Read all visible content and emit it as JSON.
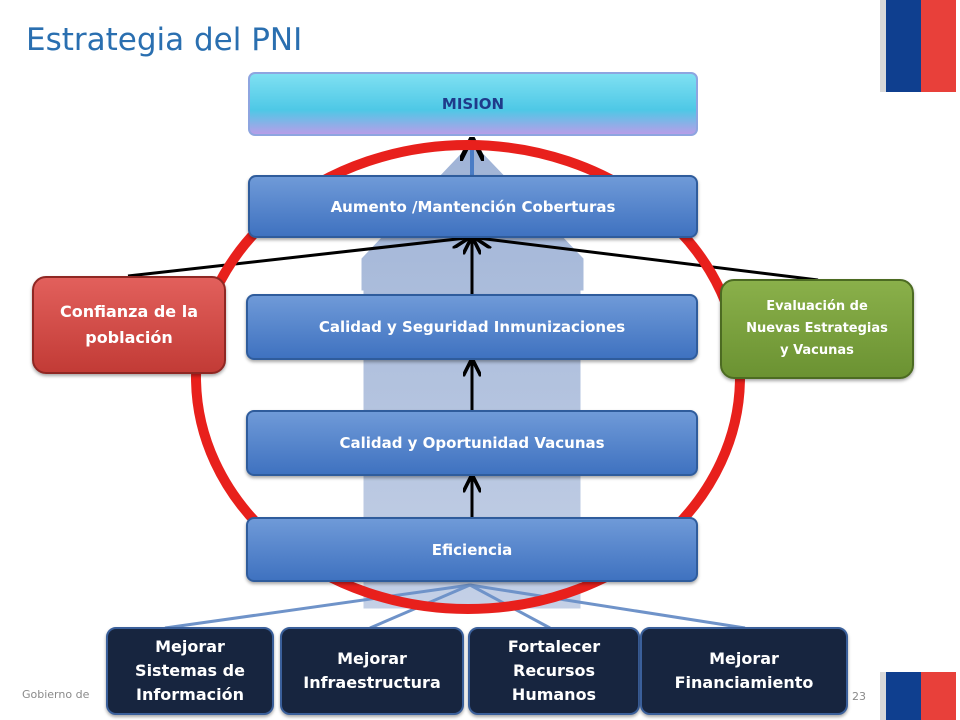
{
  "slide": {
    "title": "Estrategia del PNI",
    "footer_left": "Gobierno de",
    "page_number": "23"
  },
  "diagram": {
    "mision": "MISION",
    "levels": [
      "Aumento /Mantención Coberturas",
      "Calidad y Seguridad Inmunizaciones",
      "Calidad y Oportunidad  Vacunas",
      "Eficiencia"
    ],
    "left_factor": [
      "Confianza de la",
      "población"
    ],
    "right_factor": [
      "Evaluación de",
      "Nuevas Estrategias",
      "y Vacunas"
    ],
    "base": [
      [
        "Mejorar",
        "Sistemas de",
        "Información"
      ],
      [
        "Mejorar",
        "Infraestructura"
      ],
      [
        "Fortalecer",
        "Recursos",
        "Humanos"
      ],
      [
        "Mejorar",
        "Financiamiento"
      ]
    ]
  },
  "colors": {
    "title": "#2a6fb0",
    "level_box": "#4a7cc5",
    "mision_box": "#4ec8e6",
    "left_box": "#c94340",
    "right_box": "#76a03a",
    "base_box": "#17253f",
    "highlight_circle": "#e8201c",
    "flag_blue": "#0f3f8f",
    "flag_red": "#e8403a"
  }
}
